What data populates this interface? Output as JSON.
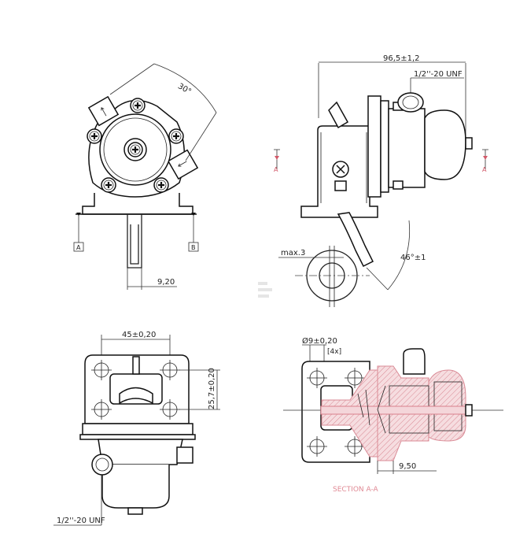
{
  "views": {
    "front": {
      "angle_label": "30°",
      "datum_a": "A",
      "datum_b": "B",
      "stem_width": "9,20"
    },
    "side": {
      "overall_length": "96,5±1,2",
      "thread_label": "1/2''-20 UNF",
      "section_marker_left": "A",
      "section_marker_right": "A",
      "max_offset": "max.3",
      "arm_angle": "46°±1"
    },
    "rear": {
      "hole_spacing_h": "45±0,20",
      "hole_spacing_v": "25,7±0,20",
      "thread_label": "1/2''-20 UNF"
    },
    "section": {
      "hole_diameter": "Ø9±0,20",
      "hole_count": "[4x]",
      "dimension": "9,50",
      "title": "SECTION A-A"
    }
  },
  "colors": {
    "line": "#222222",
    "section_fill": "#f4d6da",
    "section_title": "#e08a95"
  }
}
